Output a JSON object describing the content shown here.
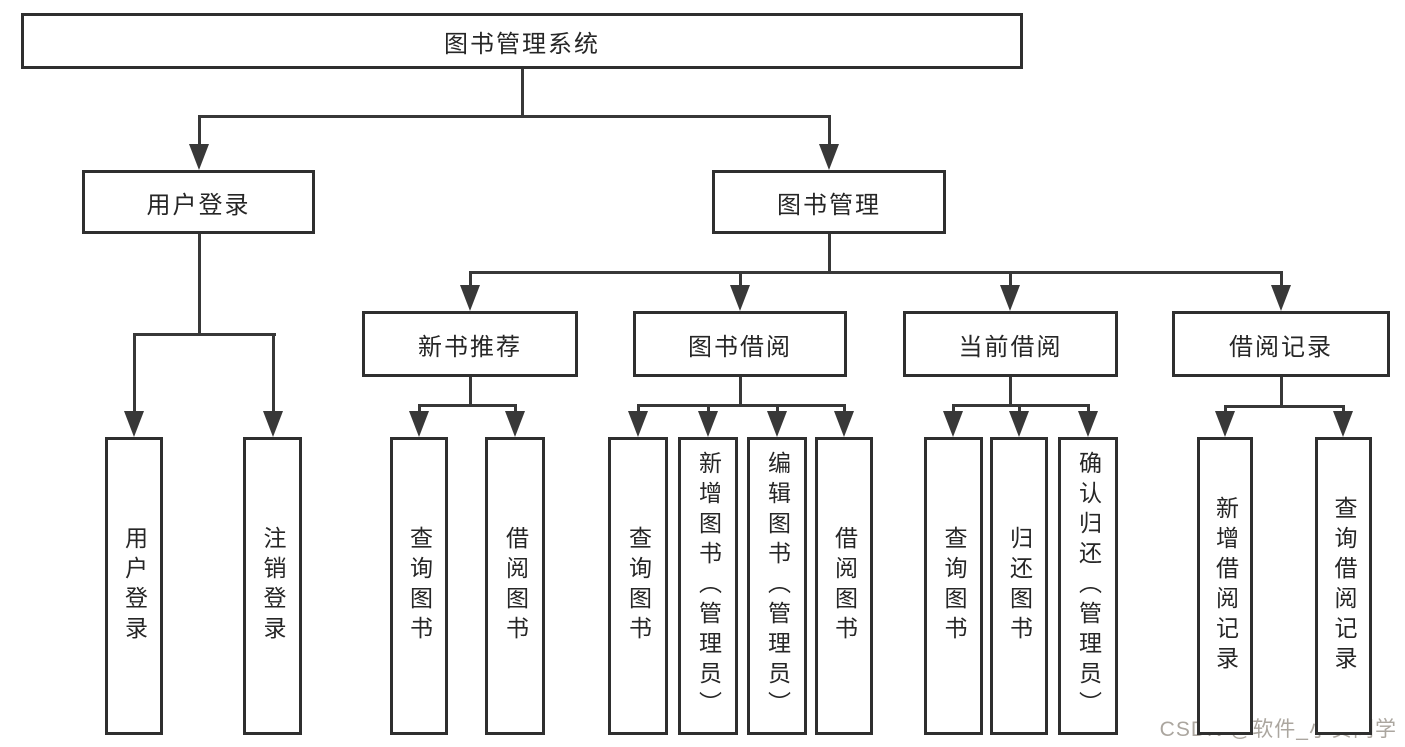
{
  "diagram_title": "图书管理系统",
  "nodes": [
    {
      "id": "root",
      "label": "图书管理系统",
      "level": 1
    },
    {
      "id": "user-login-group",
      "label": "用户登录",
      "level": 2
    },
    {
      "id": "book-management",
      "label": "图书管理",
      "level": 2
    },
    {
      "id": "new-book-recommend",
      "label": "新书推荐",
      "level": 3
    },
    {
      "id": "book-borrow",
      "label": "图书借阅",
      "level": 3
    },
    {
      "id": "current-borrow",
      "label": "当前借阅",
      "level": 3
    },
    {
      "id": "borrow-records",
      "label": "借阅记录",
      "level": 3
    },
    {
      "id": "leaf-user-login",
      "label": "用户登录",
      "level": 4
    },
    {
      "id": "leaf-logout",
      "label": "注销登录",
      "level": 4
    },
    {
      "id": "leaf-query-books-1",
      "label": "查询图书",
      "level": 4
    },
    {
      "id": "leaf-borrow-books-1",
      "label": "借阅图书",
      "level": 4
    },
    {
      "id": "leaf-query-books-2",
      "label": "查询图书",
      "level": 4
    },
    {
      "id": "leaf-add-book",
      "label": "新增图书（管理员）",
      "level": 4
    },
    {
      "id": "leaf-edit-book",
      "label": "编辑图书（管理员）",
      "level": 4
    },
    {
      "id": "leaf-borrow-books-2",
      "label": "借阅图书",
      "level": 4
    },
    {
      "id": "leaf-query-books-3",
      "label": "查询图书",
      "level": 4
    },
    {
      "id": "leaf-return-book",
      "label": "归还图书",
      "level": 4
    },
    {
      "id": "leaf-confirm-return",
      "label": "确认归还（管理员）",
      "level": 4
    },
    {
      "id": "leaf-add-borrow-record",
      "label": "新增借阅记录",
      "level": 4
    },
    {
      "id": "leaf-query-borrow-record",
      "label": "查询借阅记录",
      "level": 4
    }
  ],
  "edges": [
    {
      "from": "root",
      "to": "user-login-group"
    },
    {
      "from": "root",
      "to": "book-management"
    },
    {
      "from": "user-login-group",
      "to": "leaf-user-login"
    },
    {
      "from": "user-login-group",
      "to": "leaf-logout"
    },
    {
      "from": "book-management",
      "to": "new-book-recommend"
    },
    {
      "from": "book-management",
      "to": "book-borrow"
    },
    {
      "from": "book-management",
      "to": "current-borrow"
    },
    {
      "from": "book-management",
      "to": "borrow-records"
    },
    {
      "from": "new-book-recommend",
      "to": "leaf-query-books-1"
    },
    {
      "from": "new-book-recommend",
      "to": "leaf-borrow-books-1"
    },
    {
      "from": "book-borrow",
      "to": "leaf-query-books-2"
    },
    {
      "from": "book-borrow",
      "to": "leaf-add-book"
    },
    {
      "from": "book-borrow",
      "to": "leaf-edit-book"
    },
    {
      "from": "book-borrow",
      "to": "leaf-borrow-books-2"
    },
    {
      "from": "current-borrow",
      "to": "leaf-query-books-3"
    },
    {
      "from": "current-borrow",
      "to": "leaf-return-book"
    },
    {
      "from": "current-borrow",
      "to": "leaf-confirm-return"
    },
    {
      "from": "borrow-records",
      "to": "leaf-add-borrow-record"
    },
    {
      "from": "borrow-records",
      "to": "leaf-query-borrow-record"
    }
  ],
  "watermark": {
    "text": "CSDN @软件_小贺同学",
    "color": "#aba69f"
  },
  "colors": {
    "background": "#ffffff",
    "box_border": "#2f2f2f",
    "line": "#383838",
    "text": "#262626"
  }
}
